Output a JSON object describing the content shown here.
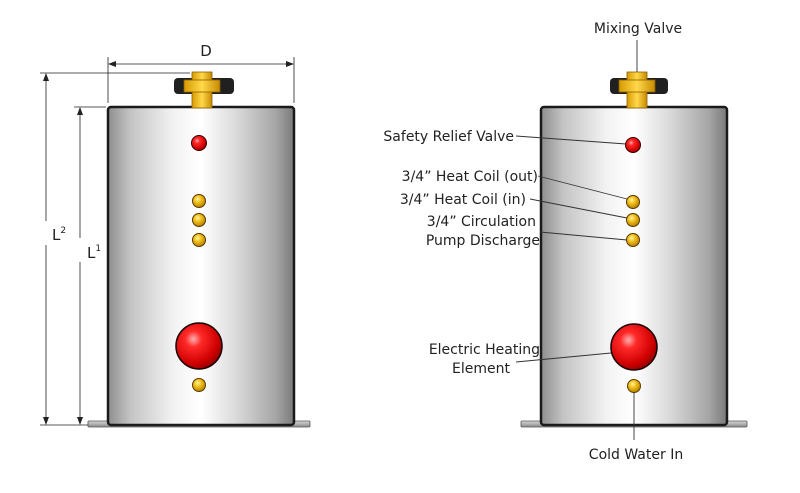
{
  "left_heater": {
    "dim_width": "D",
    "dim_l1": "L",
    "dim_l1_sup": "1",
    "dim_l2": "L",
    "dim_l2_sup": "2"
  },
  "right_heater": {
    "mixing_valve": "Mixing Valve",
    "safety_relief_valve": "Safety Relief Valve",
    "heat_coil_out": "3/4” Heat Coil (out)",
    "heat_coil_in": "3/4” Heat Coil (in)",
    "circulation_line1": "3/4” Circulation",
    "circulation_line2": "Pump Discharge",
    "electric_line1": "Electric Heating",
    "electric_line2": "Element",
    "cold_water_in": "Cold Water In"
  },
  "colors": {
    "relief_valve": "#e01818",
    "port_fitting": "#e3a400",
    "tank_steel": "#c8c8c8",
    "valve_brass": "#e8b400"
  }
}
